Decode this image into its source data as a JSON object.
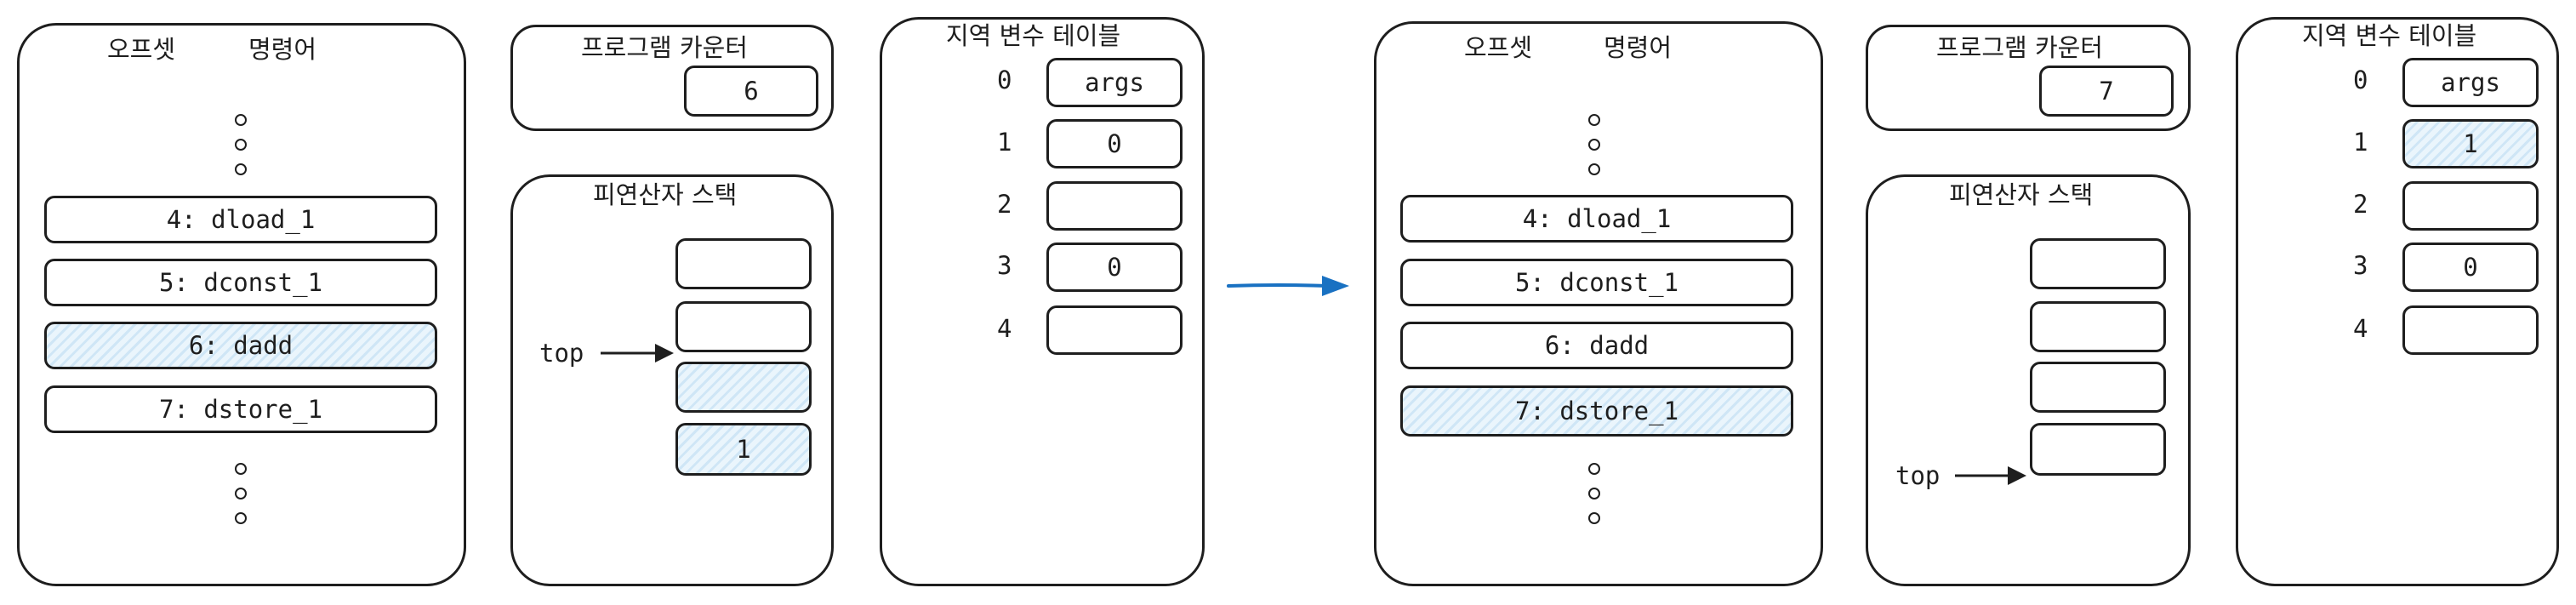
{
  "colors": {
    "stroke": "#1e1e1e",
    "highlight": "#cfe6f6",
    "transition_arrow": "#1971c2"
  },
  "before": {
    "bytecode": {
      "col_offset": "오프셋",
      "col_instruction": "명령어",
      "instructions": [
        "4: dload_1",
        "5: dconst_1",
        "6: dadd",
        "7: dstore_1"
      ],
      "highlighted": "6: dadd"
    },
    "pc": {
      "title": "프로그램 카운터",
      "value": "6"
    },
    "stack": {
      "title": "피연산자 스택",
      "top_label": "top",
      "slots": [
        "",
        "",
        "",
        "1"
      ]
    },
    "locals": {
      "title": "지역 변수 테이블",
      "indices": [
        "0",
        "1",
        "2",
        "3",
        "4"
      ],
      "values": [
        "args",
        "0",
        "",
        "0",
        ""
      ]
    }
  },
  "after": {
    "bytecode": {
      "col_offset": "오프셋",
      "col_instruction": "명령어",
      "instructions": [
        "4: dload_1",
        "5: dconst_1",
        "6: dadd",
        "7: dstore_1"
      ],
      "highlighted": "7: dstore_1"
    },
    "pc": {
      "title": "프로그램 카운터",
      "value": "7"
    },
    "stack": {
      "title": "피연산자 스택",
      "top_label": "top",
      "slots": [
        "",
        "",
        "",
        ""
      ]
    },
    "locals": {
      "title": "지역 변수 테이블",
      "indices": [
        "0",
        "1",
        "2",
        "3",
        "4"
      ],
      "values": [
        "args",
        "1",
        "",
        "0",
        ""
      ]
    }
  }
}
